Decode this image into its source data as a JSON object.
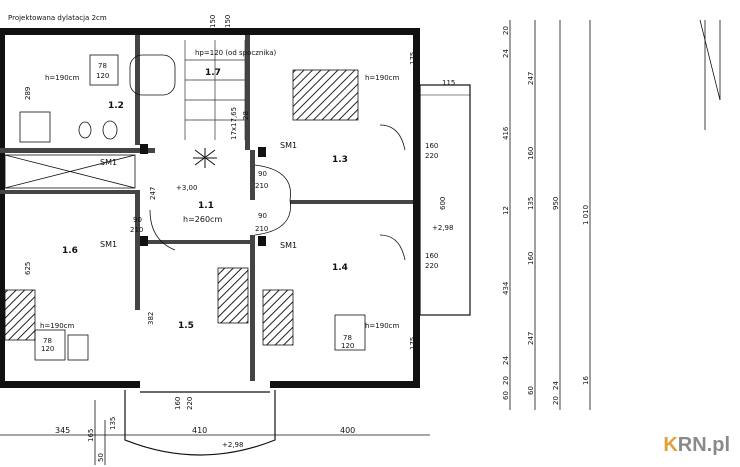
{
  "note_top": "Projektowana dylatacja 2cm",
  "rooms": {
    "r11": "1.1",
    "r12": "1.2",
    "r13": "1.3",
    "r14": "1.4",
    "r15": "1.5",
    "r16": "1.6",
    "r17": "1.7",
    "height": "h=260cm",
    "stair_note": "hp=120 (od spocznika)",
    "stair_steps": "17x17,65",
    "level_300": "+3,00",
    "level_298a": "+2,98",
    "level_298b": "+2,98"
  },
  "labels": {
    "sm1": "SM1",
    "bed_h": "h=190cm",
    "bath_78": "78",
    "bath_120": "120"
  },
  "dims": {
    "d150": "150",
    "d175": "175",
    "d115": "115",
    "d160": "160",
    "d220": "220",
    "d600": "600",
    "d90": "90",
    "d210": "210",
    "d247": "247",
    "d12": "12",
    "d625": "625",
    "d289": "289",
    "d382": "382",
    "d28": "28",
    "d24": "24",
    "d20": "20",
    "d416": "416",
    "d135": "135",
    "d434": "434",
    "d60": "60",
    "d950": "950",
    "d1010": "1 010",
    "d16": "16",
    "d345": "345",
    "d410": "410",
    "d400": "400",
    "d165": "165",
    "d50": "50"
  },
  "logo": {
    "mark": "K",
    "text": "RN.pl"
  }
}
